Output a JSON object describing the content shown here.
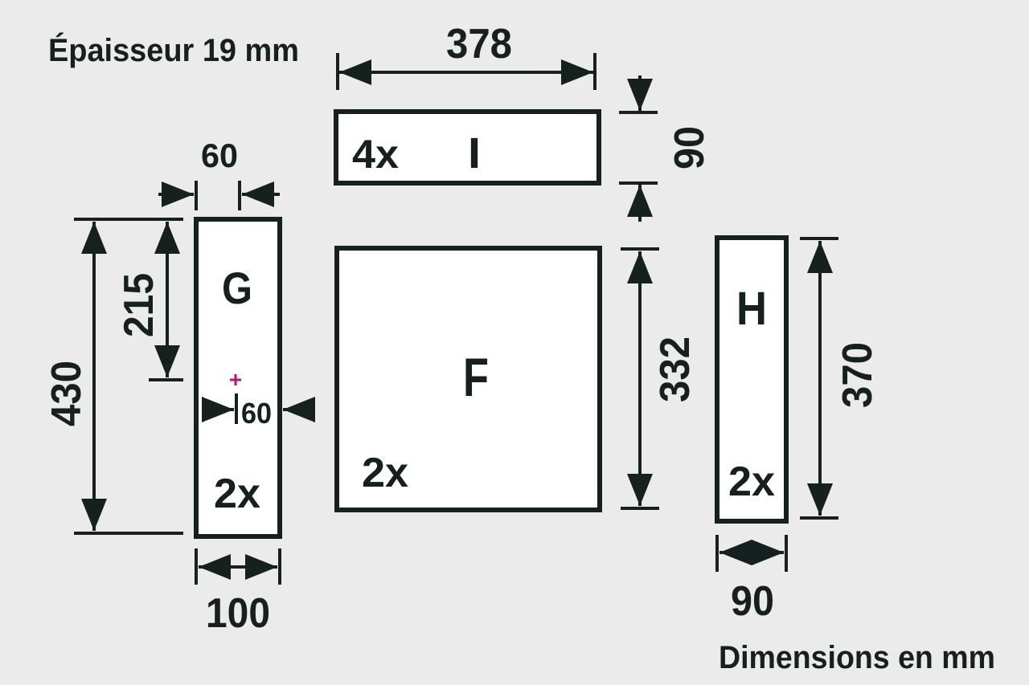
{
  "title": "Épaisseur 19 mm",
  "footer": "Dimensions en mm",
  "colors": {
    "background": "#ebebeb",
    "line": "#16201f",
    "marker": "#c0106e"
  },
  "pieces": {
    "I": {
      "label": "I",
      "qty": "4x",
      "width": "378",
      "height": "90"
    },
    "G": {
      "label": "G",
      "qty": "2x",
      "width": "100",
      "height": "430",
      "hole_offset_y": "215",
      "hole_offset_x": "60",
      "top_width": "60"
    },
    "F": {
      "label": "F",
      "qty": "2x",
      "height": "332"
    },
    "H": {
      "label": "H",
      "qty": "2x",
      "width": "90",
      "height": "370"
    }
  }
}
